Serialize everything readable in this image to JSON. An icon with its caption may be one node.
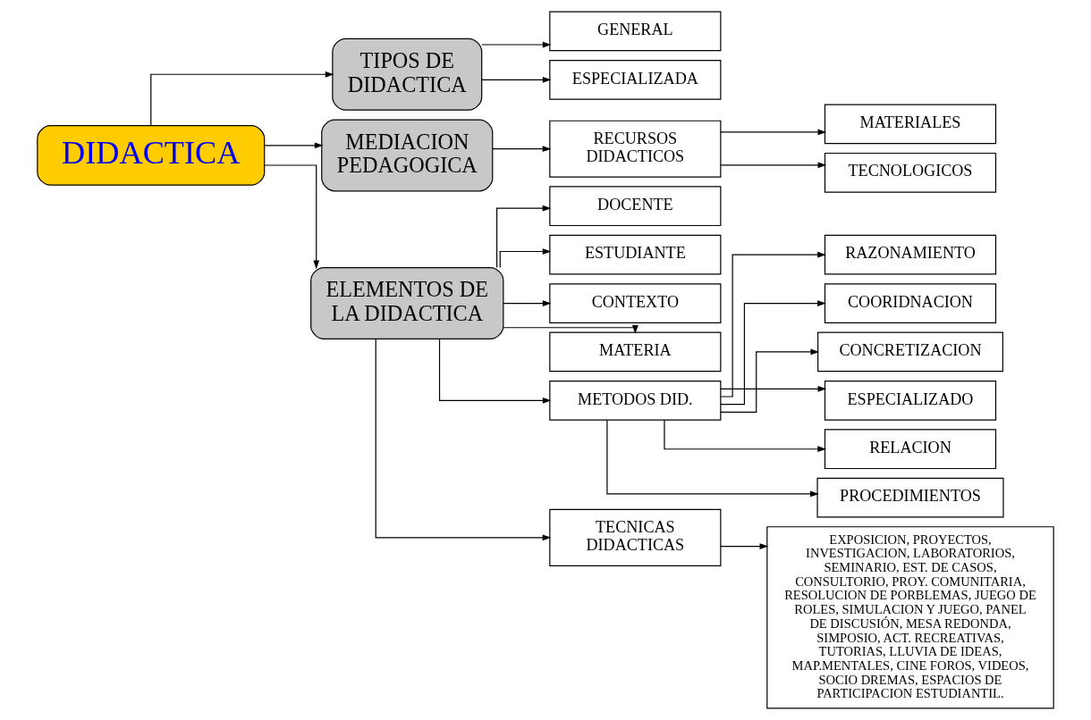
{
  "diagram": {
    "nodes": [
      {
        "text": [
          "DIDACTICA"
        ]
      },
      {
        "text": [
          "TIPOS DE DIDACTICA"
        ]
      },
      {
        "text": [
          "GENERAL"
        ]
      },
      {
        "text": [
          "ESPECIALIZADA"
        ]
      },
      {
        "text": [
          "MEDIACION PEDAGOGICA"
        ]
      },
      {
        "text": [
          "ELEMENTOS DE LA DIDACTICA"
        ]
      },
      {
        "text": [
          "DOCENTE"
        ]
      },
      {
        "text": [
          "ESTUDIANTE"
        ]
      },
      {
        "text": [
          "CONTEXTO"
        ]
      },
      {
        "text": [
          "MATERIA"
        ]
      },
      {
        "text": [
          "METODOS DID."
        ]
      },
      {
        "text": [
          "RECURSOS DIDACTICOS"
        ]
      },
      {
        "text": [
          "TECNICAS DIDACTICAS"
        ]
      },
      {
        "text": [
          "EXPOSICION, PROYECTOS, INVESTIGACION, LABORATORIOS, SEMINARIO, EST. DE CASOS, CONSULTORIO, PROY. COMUNITARIA, RESOLUCION DE PORBLEMAS, JUEGO DE ROLES, SIMULACION Y JUEGO, PANEL DE DISCUSIÓN, MESA REDONDA, SIMPOSIO, ACT. RECREATIVAS, TUTORIAS, LLUVIA DE IDEAS, MAP.MENTALES, CINE FOROS, VIDEOS, SOCIO DREMAS, ESPACIOS DE PARTICIPACION ESTUDIANTIL."
        ]
      },
      {
        "text": [
          "RAZONAMIENTO"
        ]
      },
      {
        "text": [
          "COORIDNACION"
        ]
      },
      {
        "text": [
          "CONCRETIZACION"
        ]
      },
      {
        "text": [
          "ESPECIALIZADO"
        ]
      },
      {
        "text": [
          "RELACION"
        ]
      },
      {
        "text": [
          "PROCEDIMIENTOS"
        ]
      },
      {
        "text": [
          "MATERIALES"
        ]
      },
      {
        "text": [
          "TECNOLOGICOS"
        ]
      }
    ],
    "edges": [
      {
        "from": 0,
        "to": 1,
        "arrow": "to"
      },
      {
        "from": 1,
        "to": 2,
        "arrow": "to"
      },
      {
        "from": 1,
        "to": 3,
        "arrow": "to"
      },
      {
        "from": 0,
        "to": 4,
        "arrow": "to"
      },
      {
        "from": 0,
        "to": 5,
        "arrow": "to"
      },
      {
        "from": 5,
        "to": 6,
        "arrow": "to"
      },
      {
        "from": 5,
        "to": 7,
        "arrow": "to"
      },
      {
        "from": 5,
        "to": 8,
        "arrow": "to"
      },
      {
        "from": 5,
        "to": 9,
        "arrow": "to"
      },
      {
        "from": 5,
        "to": 10,
        "arrow": "to"
      },
      {
        "from": 4,
        "to": 11,
        "arrow": "to"
      },
      {
        "from": 5,
        "to": 12,
        "arrow": "to"
      },
      {
        "from": 12,
        "to": 13,
        "arrow": "to"
      },
      {
        "from": 10,
        "to": 14,
        "arrow": "to"
      },
      {
        "from": 10,
        "to": 15,
        "arrow": "to"
      },
      {
        "from": 10,
        "to": 16,
        "arrow": "to"
      },
      {
        "from": 10,
        "to": 17,
        "arrow": "to"
      },
      {
        "from": 10,
        "to": 18,
        "arrow": "to"
      },
      {
        "from": 10,
        "to": 19,
        "arrow": "to"
      },
      {
        "from": 11,
        "to": 20,
        "arrow": "to"
      },
      {
        "from": 11,
        "to": 21,
        "arrow": "to"
      }
    ]
  }
}
